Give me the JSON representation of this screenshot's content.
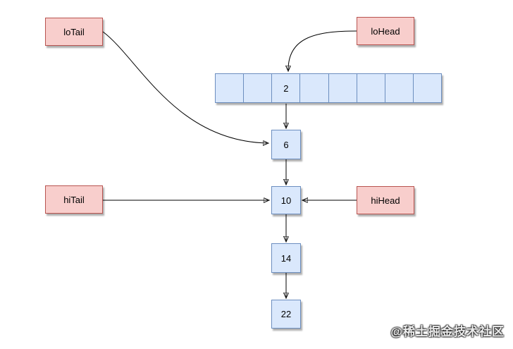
{
  "diagram": {
    "pointer_boxes": {
      "loTail": "loTail",
      "loHead": "loHead",
      "hiTail": "hiTail",
      "hiHead": "hiHead"
    },
    "bucket_array": {
      "cells": [
        "",
        "",
        "2",
        "",
        "",
        "",
        "",
        ""
      ]
    },
    "linked_list_nodes": {
      "node1": "6",
      "node2": "10",
      "node3": "14",
      "node4": "22"
    },
    "colors": {
      "pointer_fill": "#f8cecc",
      "pointer_border": "#b85450",
      "node_fill": "#dae8fc",
      "node_border": "#6c8ebf",
      "edge": "#000000",
      "shadow": "rgba(0,0,0,0.32)"
    },
    "watermark": "@稀土掘金技术社区"
  }
}
